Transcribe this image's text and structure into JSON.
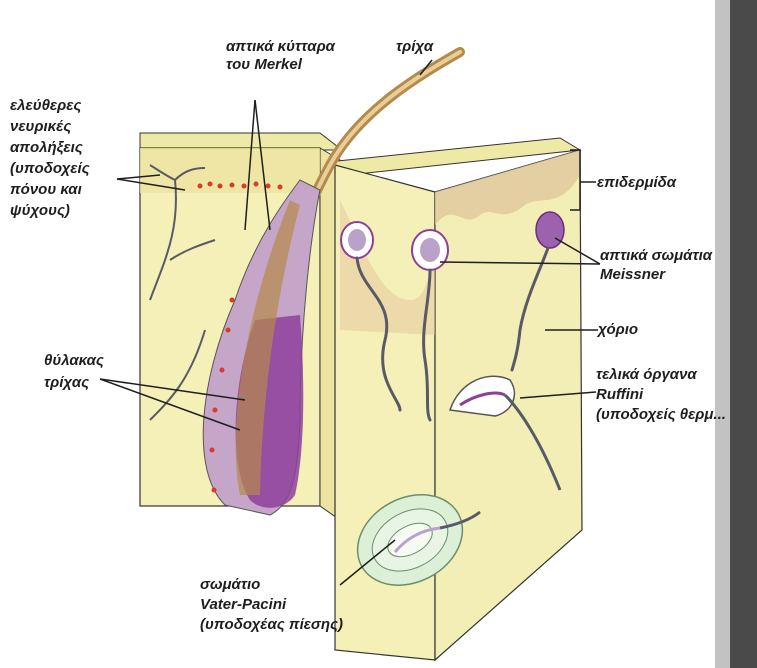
{
  "colors": {
    "epidermis": "#efe9a6",
    "dermis": "#f5f0b8",
    "pink": "#e3c4a6",
    "purple": "#8e3f9c",
    "follicle_shaft": "#b58a4a",
    "nerve": "#5a5a66",
    "merkel_dots": "#d63c2a",
    "pacini": "#cfe8c8",
    "ink": "#1e1e1e",
    "right_shadow": "#4a4a4a"
  },
  "labels": {
    "merkel": [
      "απτικά κύτταρα",
      "του Merkel"
    ],
    "hair": [
      "τρίχα"
    ],
    "free_nerve": [
      "ελεύθερες",
      "νευρικές",
      "απολήξεις",
      "(υποδοχείς",
      "πόνου και",
      "ψύχους)"
    ],
    "epidermis": [
      "επιδερμίδα"
    ],
    "meissner": [
      "απτικά σωμάτια",
      "Meissner"
    ],
    "dermis": [
      "χόριο"
    ],
    "follicle": [
      "θύλακας",
      "τρίχας"
    ],
    "ruffini": [
      "τελικά όργανα",
      "Ruffini",
      "(υποδοχείς θερμ..."
    ],
    "pacini": [
      "σωμάτιο",
      "Vater-Pacini",
      "(υποδοχέας πίεσης)"
    ]
  }
}
